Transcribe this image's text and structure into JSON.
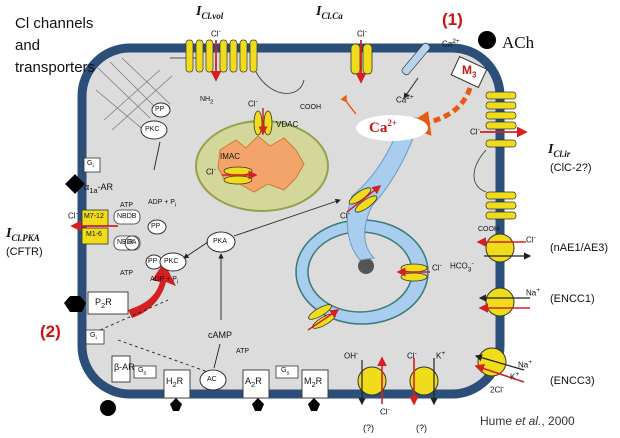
{
  "title": {
    "line1": "Cl channels",
    "line2": "and",
    "line3": "transporters"
  },
  "channels": {
    "vol": "I",
    "vol_sub": "Cl.vol",
    "ca": "I",
    "ca_sub": "Cl.Ca",
    "ir": "I",
    "ir_sub": "Cl.ir",
    "ir_note": "(ClC-2?)",
    "pka": "I",
    "pka_sub": "Cl.PKA",
    "pka_note": "(CFTR)"
  },
  "pathways": {
    "one": "(1)",
    "two": "(2)"
  },
  "agonist": "ACh",
  "m3": "M",
  "m3_sub": "3",
  "calcium": {
    "big": "Ca",
    "big_sup": "2+",
    "small": "Ca",
    "small_sup": "2+"
  },
  "transporters": {
    "nae": "(nAE1/AE3)",
    "encc1": "(ENCC1)",
    "encc3": "(ENCC3)",
    "q1": "(?)",
    "q2": "(?)"
  },
  "ions": {
    "cl": "Cl",
    "cl_sup": "-",
    "hco3": "HCO",
    "hco3_sub": "3",
    "hco3_sup": "-",
    "na": "Na",
    "na_sup": "+",
    "k": "K",
    "k_sup": "+",
    "two_cl": "2Cl",
    "two_cl_sup": "-",
    "oh": "OH",
    "oh_sup": "-"
  },
  "organelles": {
    "vdac": "VDAC",
    "imac": "IMAC"
  },
  "signaling": {
    "pp": "PP",
    "pkc": "PKC",
    "pka": "PKA",
    "camp": "cAMP",
    "ac": "AC",
    "atp": "ATP",
    "r": "R",
    "nbdb": "NBDB",
    "nbda": "NBDA",
    "m712": "M7-12",
    "m16": "M1-6",
    "adp": "ADP + P",
    "adp_sub": "i",
    "gi": "G",
    "gi_sub": "i",
    "gs": "G",
    "gs_sub": "s",
    "alpha": "α",
    "alpha_sub": "1a",
    "alpha_rest": "-AR",
    "beta": "β-AR",
    "p2r": "P",
    "p2r_sub": "2",
    "p2r_rest": "R",
    "h2r": "H",
    "h2r_sub": "2",
    "h2r_rest": "R",
    "a2r": "A",
    "a2r_sub": "2",
    "a2r_rest": "R",
    "m2r": "M",
    "m2r_sub": "2",
    "m2r_rest": "R",
    "nh2": "NH",
    "nh2_sub": "2",
    "cooh": "COOH"
  },
  "citation": {
    "author": "Hume ",
    "etal": "et al.",
    "year": ", 2000"
  },
  "colors": {
    "membrane": "#2b4f78",
    "cytoplasm": "#dcdcdc",
    "channel": "#f0dc1a",
    "red": "#d42020",
    "mito": "#f2a46a",
    "er": "#a8cdee"
  }
}
